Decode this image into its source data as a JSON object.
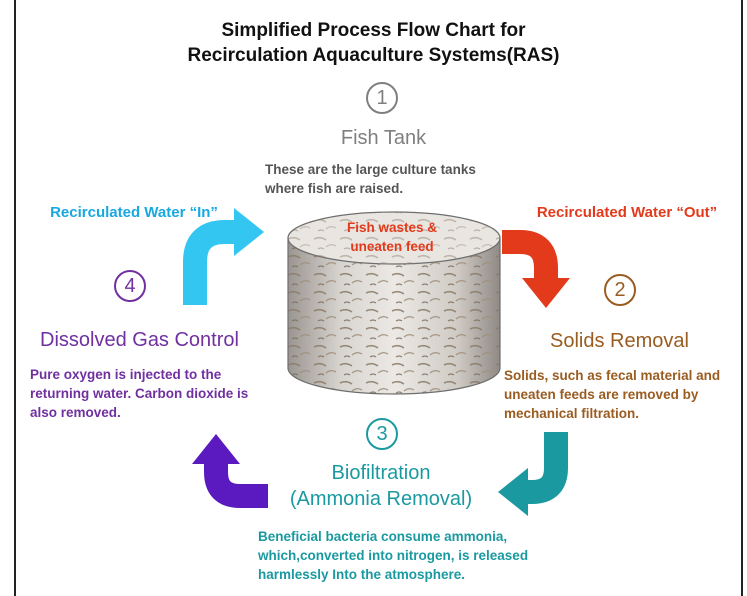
{
  "title": {
    "line1": "Simplified Process Flow Chart for",
    "line2": "Recirculation Aquaculture Systems(RAS)"
  },
  "fish_tank": {
    "number": "1",
    "name": "Fish Tank",
    "description": "These are the large culture tanks where fish  are raised.",
    "overlay": "Fish wastes & uneaten feed"
  },
  "solids_removal": {
    "number": "2",
    "name": "Solids Removal",
    "description": "Solids, such as fecal material and uneaten feeds are removed by mechanical filtration."
  },
  "biofiltration": {
    "number": "3",
    "name": "Biofiltration (Ammonia Removal)",
    "description": "Beneficial bacteria consume ammonia, which,converted into nitrogen, is released harmlessly Into the atmosphere."
  },
  "dissolved_gas": {
    "number": "4",
    "name": "Dissolved Gas Control",
    "description": "Pure oxygen is injected to the returning water. Carbon dioxide is also removed."
  },
  "water_in": {
    "label": "Recirculated Water “In”"
  },
  "water_out": {
    "label": "Recirculated Water “Out”"
  },
  "colors": {
    "in_arrow": "#33c6f0",
    "out_arrow": "#e23a1b",
    "teal_arrow": "#1a9aa0",
    "purple_arrow": "#5a1ac0",
    "stage1": "#7f7f7f",
    "stage2": "#9a5c20",
    "stage3": "#1a9aa0",
    "stage4": "#7030a0",
    "water_in_text": "#18a8e0",
    "water_out_text": "#e23a1b"
  },
  "icons": [
    "fish-tank-image",
    "curved-arrow-in",
    "curved-arrow-out",
    "curved-arrow-teal",
    "curved-arrow-purple"
  ]
}
